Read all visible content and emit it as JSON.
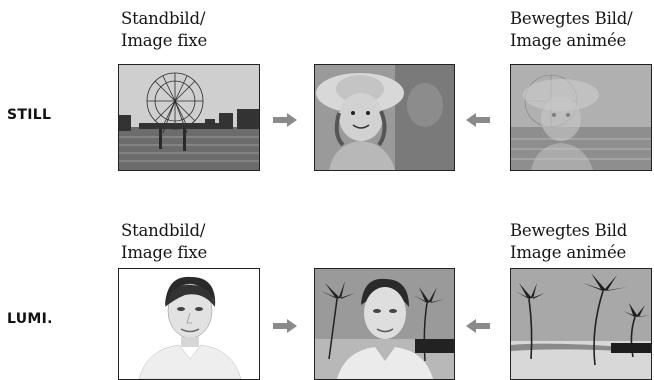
{
  "rows": [
    {
      "label": "STILL",
      "left_caption": [
        "Standbild/",
        "Image fixe"
      ],
      "right_caption": [
        "Bewegtes Bild/",
        "Image animée"
      ]
    },
    {
      "label": "LUMI.",
      "left_caption": [
        "Standbild/",
        "Image fixe"
      ],
      "right_caption": [
        "Bewegtes Bild",
        "Image animée"
      ]
    }
  ],
  "icons": {
    "right_arrow": "arrow-right-icon",
    "left_arrow": "arrow-left-icon"
  },
  "colors": {
    "arrow": "#8a8a8a",
    "text": "#151515"
  }
}
